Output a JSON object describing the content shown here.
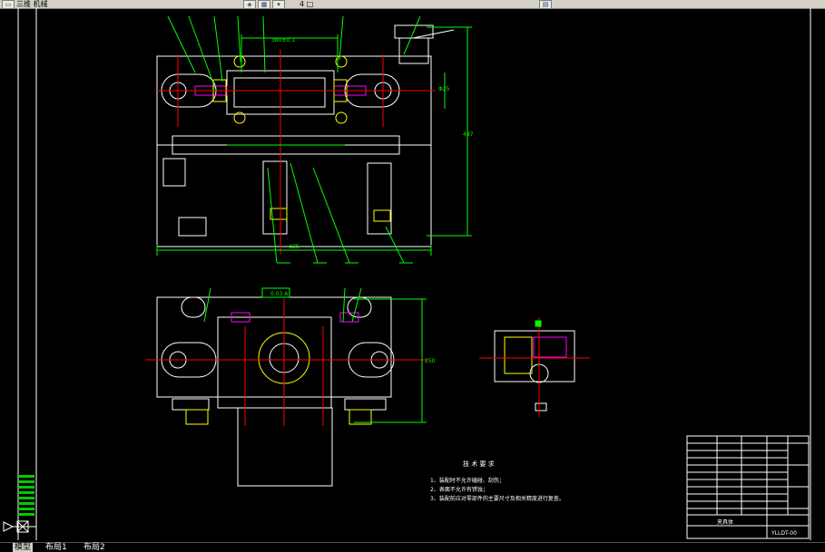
{
  "app": {
    "title_fragment": "三维 机械",
    "toolbar_text_2": "4 □"
  },
  "drawing": {
    "notes_title": "技 术 要 求",
    "notes": [
      "1、装配时不允许磕碰、刮伤；",
      "2、表面不允许有锈蚀；",
      "3、装配前应对零部件的主要尺寸及相关精度进行复查。"
    ],
    "title_block_name": "夹具体",
    "title_block_code": "YLLDT-00",
    "dims": {
      "top_width": "380±0.1",
      "right_height": "487",
      "bottom_width": "425",
      "small_dim": "Φ25",
      "tolerance": "0.03 A",
      "right_h2": "250"
    }
  },
  "tabs": [
    {
      "label": "模型"
    },
    {
      "label": "布局1"
    },
    {
      "label": "布局2"
    }
  ],
  "colors": {
    "background": "#000000",
    "line_primary": "#ffffff",
    "line_green": "#00ff00",
    "line_red": "#ff0000",
    "line_yellow": "#ffff00",
    "line_magenta": "#ff00ff",
    "line_cyan": "#00ffff"
  }
}
